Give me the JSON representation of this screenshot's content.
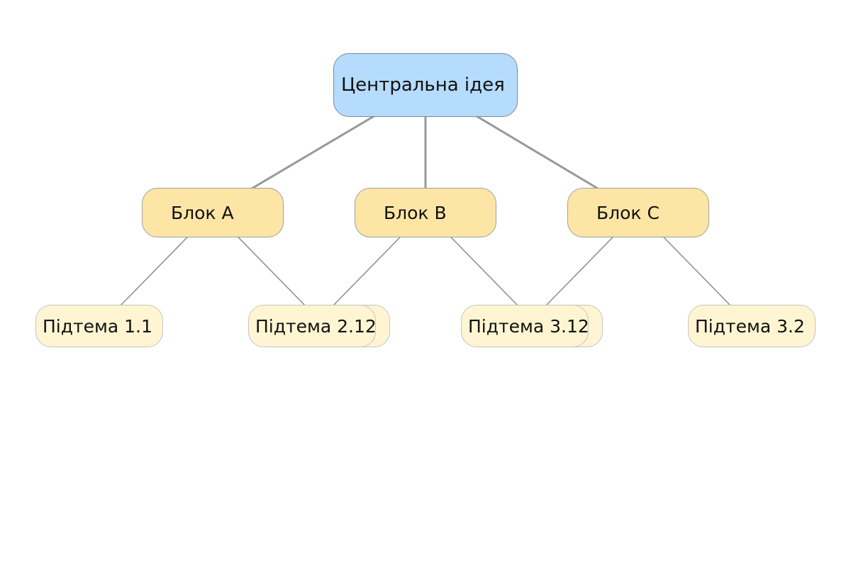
{
  "colors": {
    "root_fill": "#b5dbfd",
    "block_fill": "#fde5a5",
    "leaf_fill": "#fff5d2",
    "edge_thick": "#999999",
    "edge_thin": "#8c8c8c"
  },
  "root": {
    "label": "Центральна ідея"
  },
  "blocks": [
    {
      "label": "Блок A"
    },
    {
      "label": "Блок B"
    },
    {
      "label": "Блок C"
    }
  ],
  "leaves": [
    {
      "label": "Підтема 1.1"
    },
    {
      "label": "Підтема 2.1"
    },
    {
      "label": "2"
    },
    {
      "label": "Підтема 3.1"
    },
    {
      "label": "2"
    },
    {
      "label": "Підтема 3.2"
    }
  ]
}
